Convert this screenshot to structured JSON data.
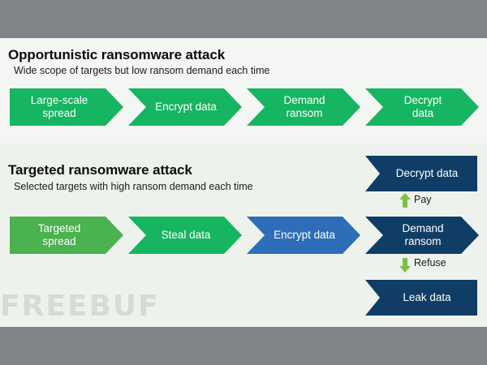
{
  "opportunistic": {
    "title": "Opportunistic ransomware attack",
    "subtitle": "Wide scope of targets but low ransom demand each time",
    "steps": [
      "Large-scale\nspread",
      "Encrypt data",
      "Demand\nransom",
      "Decrypt\ndata"
    ]
  },
  "targeted": {
    "title": "Targeted ransomware attack",
    "subtitle": "Selected targets with high ransom demand each time",
    "steps": [
      "Targeted\nspread",
      "Steal data",
      "Encrypt data",
      "Demand\nransom"
    ],
    "branch_top": "Decrypt data",
    "branch_bottom": "Leak data",
    "pay_label": "Pay",
    "refuse_label": "Refuse"
  },
  "watermark": "FREEBUF",
  "colors": {
    "green": "#16b561",
    "light_green": "#4ab24e",
    "blue": "#2e6db8",
    "navy": "#0f3d66",
    "arrow_green": "#7cc242"
  }
}
